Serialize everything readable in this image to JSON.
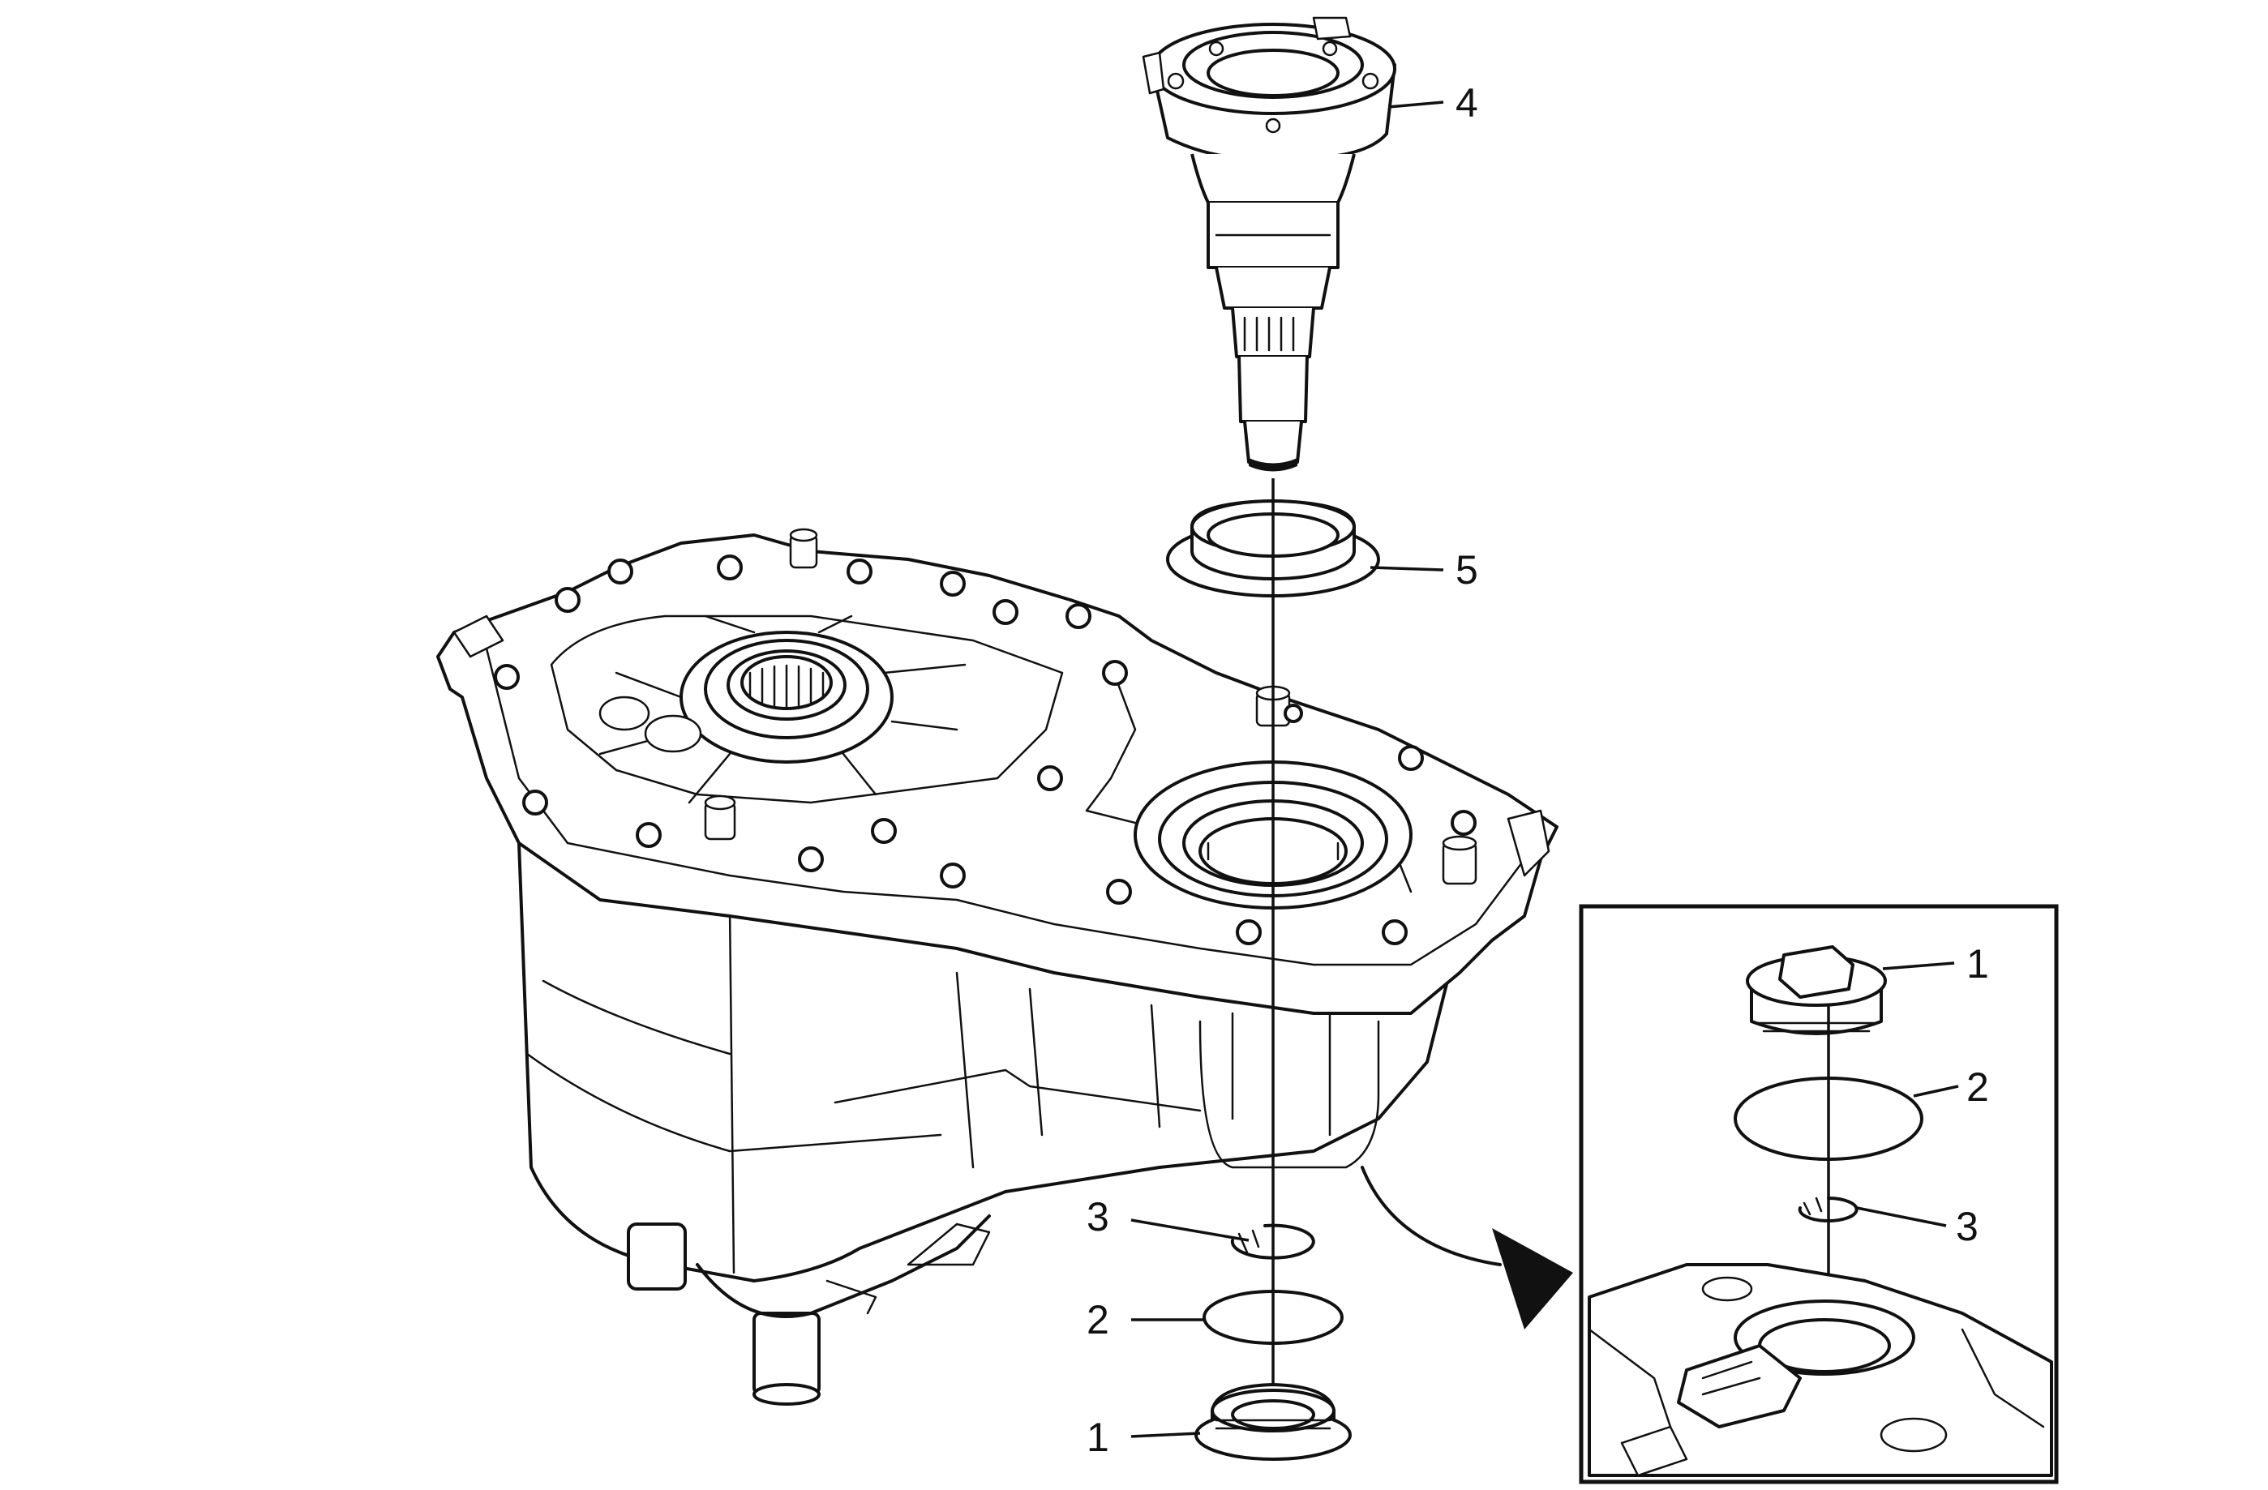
{
  "callouts": {
    "main": {
      "c4": "4",
      "c5": "5",
      "c3": "3",
      "c2": "2",
      "c1": "1"
    },
    "inset": {
      "c1": "1",
      "c2": "2",
      "c3": "3"
    }
  }
}
